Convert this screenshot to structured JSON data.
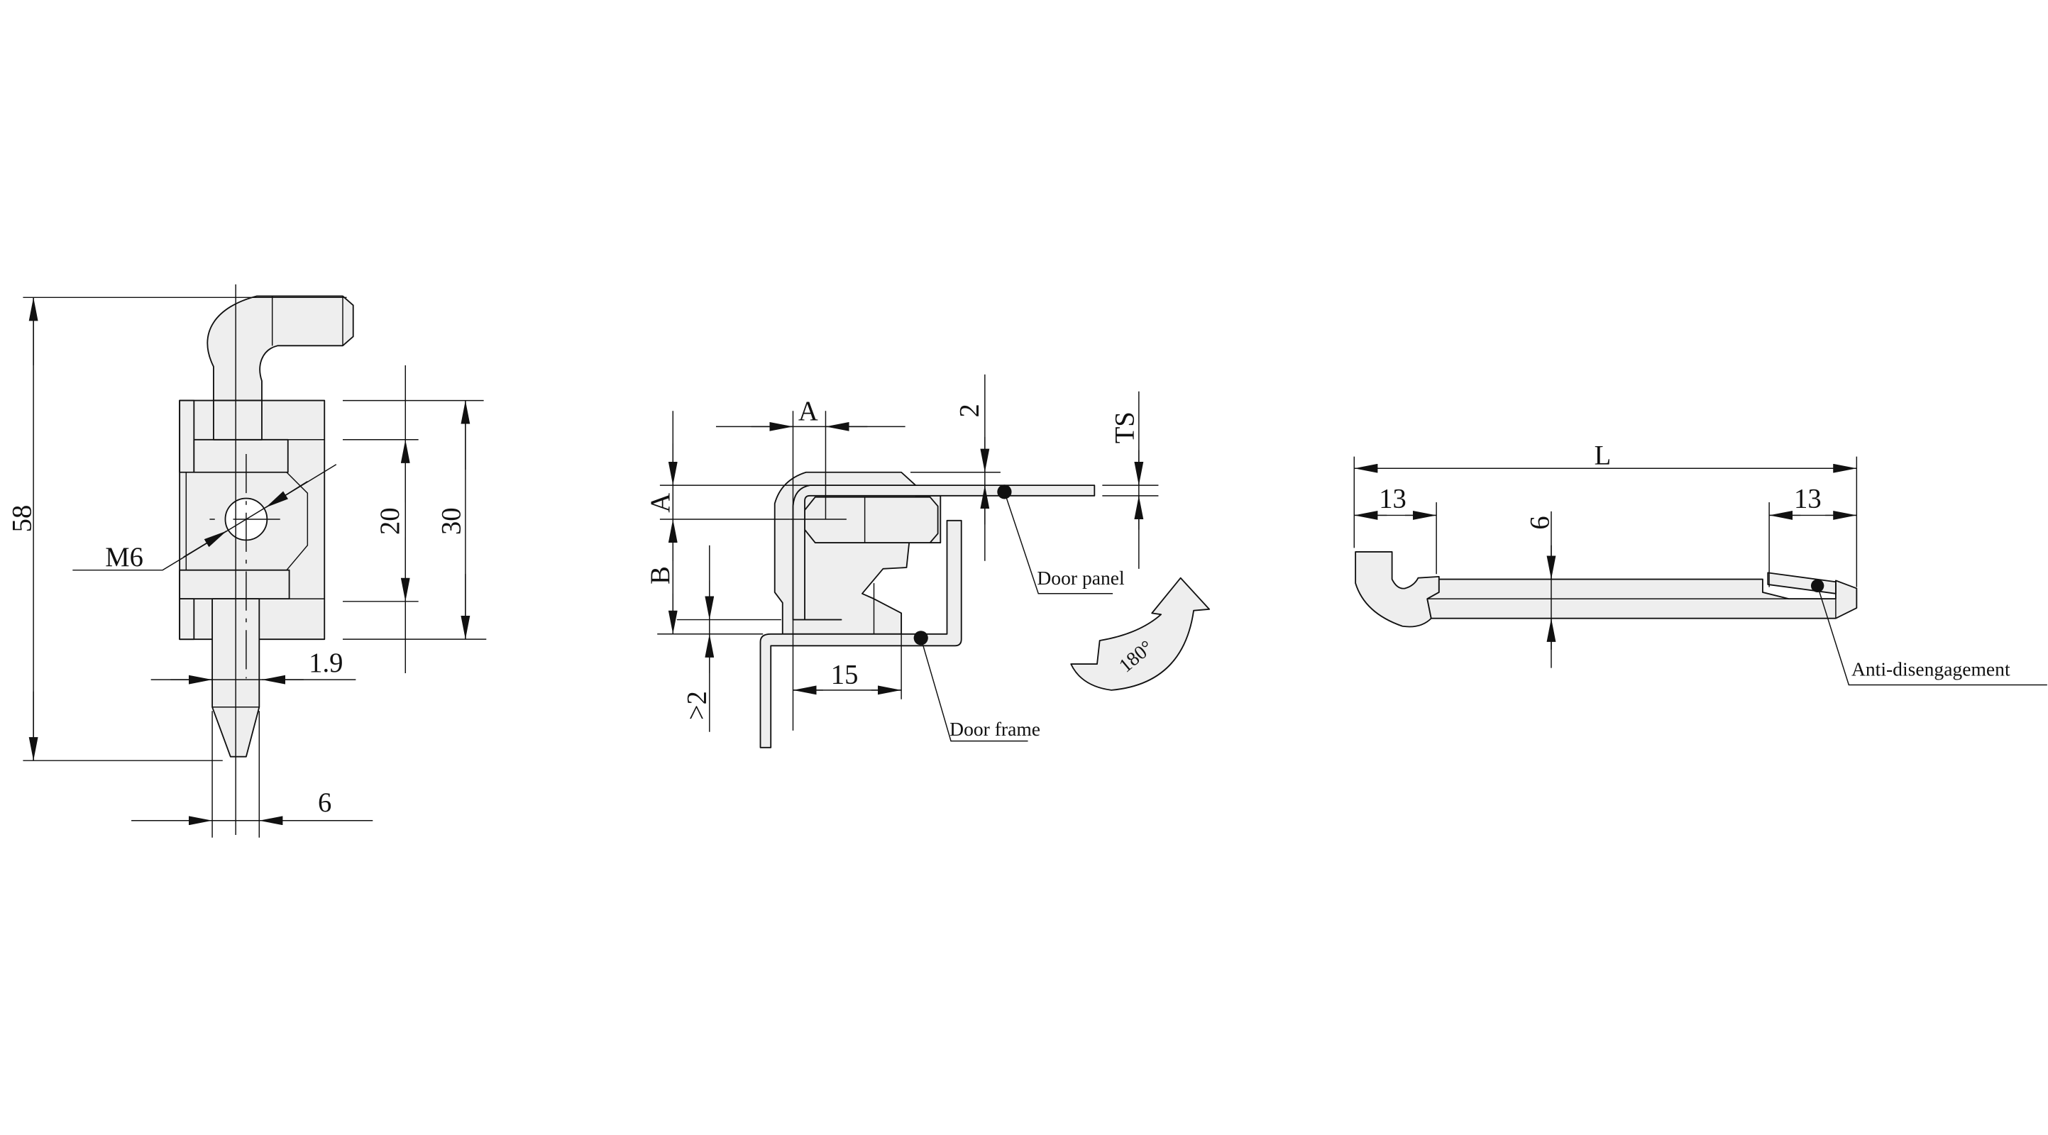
{
  "left_view": {
    "overall_height": "58",
    "thread": "M6",
    "dim_inner": "20",
    "dim_outer": "30",
    "dim_offset": "1.9",
    "dim_pin_width": "6"
  },
  "middle_view": {
    "dim_a_horizontal": "A",
    "dim_a_vertical": "A",
    "dim_b": "B",
    "dim_gap": ">2",
    "dim_15": "15",
    "dim_2": "2",
    "dim_ts": "TS",
    "label_door_panel": "Door panel",
    "label_door_frame": "Door frame",
    "rotation": "180°"
  },
  "right_view": {
    "dim_length": "L",
    "dim_left_end": "13",
    "dim_right_end": "13",
    "dim_thickness": "6",
    "label_anti_disengagement": "Anti-disengagement"
  }
}
